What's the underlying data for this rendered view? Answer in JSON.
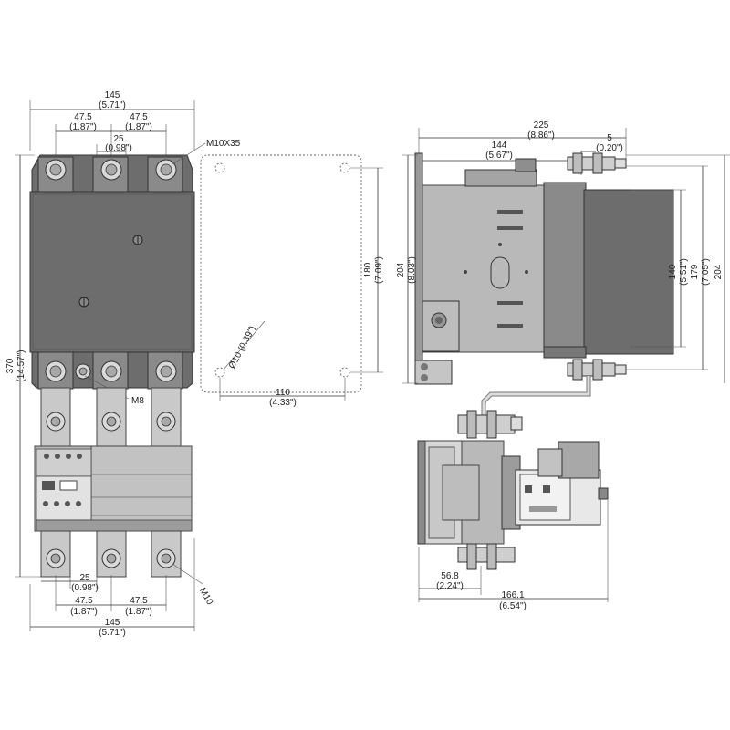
{
  "front": {
    "width_top": "145",
    "width_top_in": "(5.71\")",
    "pitch_a": "47.5",
    "pitch_a_in": "(1.87\")",
    "pitch_b": "47.5",
    "pitch_b_in": "(1.87\")",
    "gap_top": "25",
    "gap_top_in": "(0.98\")",
    "screw_top": "M10X35",
    "screw_mid": "M8",
    "screw_bottom": "M10",
    "height": "370",
    "height_in": "(14.57\")",
    "gap_bottom": "25",
    "gap_bottom_in": "(0.98\")",
    "pitch_c": "47.5",
    "pitch_c_in": "(1.87\")",
    "pitch_d": "47.5",
    "pitch_d_in": "(1.87\")",
    "width_bottom": "145",
    "width_bottom_in": "(5.71\")"
  },
  "mounting": {
    "hole_height": "180",
    "hole_height_in": "(7.09\")",
    "hole_dia": "Ø10 (0.39\")",
    "hole_width": "110",
    "hole_width_in": "(4.33\")"
  },
  "side": {
    "depth": "225",
    "depth_in": "(8.86\")",
    "depth_a": "144",
    "depth_a_in": "(5.67\")",
    "offset": "5",
    "offset_in": "(0.20\")",
    "height_total": "204",
    "height_total_in": "(8.03\")",
    "h140": "140",
    "h140_in": "(5.51\")",
    "h179": "179",
    "h179_in": "(7.05\")",
    "h204": "204"
  },
  "relay": {
    "offset": "56.8",
    "offset_in": "(2.24\")",
    "depth": "166.1",
    "depth_in": "(6.54\")"
  }
}
